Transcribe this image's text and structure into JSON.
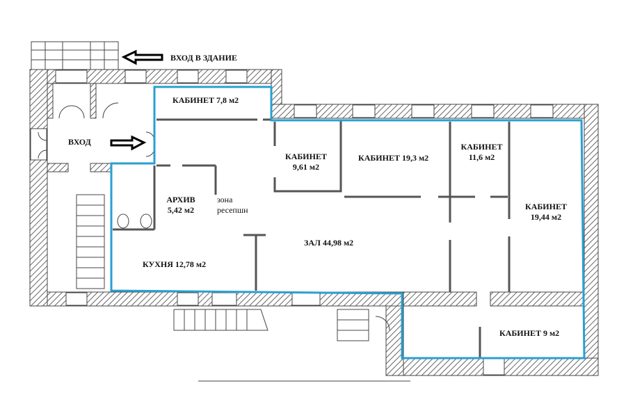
{
  "title": "План этажа",
  "colors": {
    "outline": "#2a9fd0",
    "wall": "#555555"
  },
  "labels": {
    "entrance_building": "ВХОД В ЗДАНИЕ",
    "entrance": "ВХОД",
    "cabinet_7_8": "КАБИНЕТ 7,8 м2",
    "cabinet_9_61_name": "КАБИНЕТ",
    "cabinet_9_61_area": "9,61 м2",
    "cabinet_19_3": "КАБИНЕТ 19,3 м2",
    "cabinet_11_6_name": "КАБИНЕТ",
    "cabinet_11_6_area": "11,6 м2",
    "cabinet_19_44_name": "КАБИНЕТ",
    "cabinet_19_44_area": "19,44 м2",
    "archive_name": "АРХИВ",
    "archive_area": "5,42 м2",
    "reception_1": "зона",
    "reception_2": "ресепшн",
    "hall": "ЗАЛ 44,98 м2",
    "kitchen": "КУХНЯ 12,78 м2",
    "cabinet_9": "КАБИНЕТ 9 м2"
  }
}
